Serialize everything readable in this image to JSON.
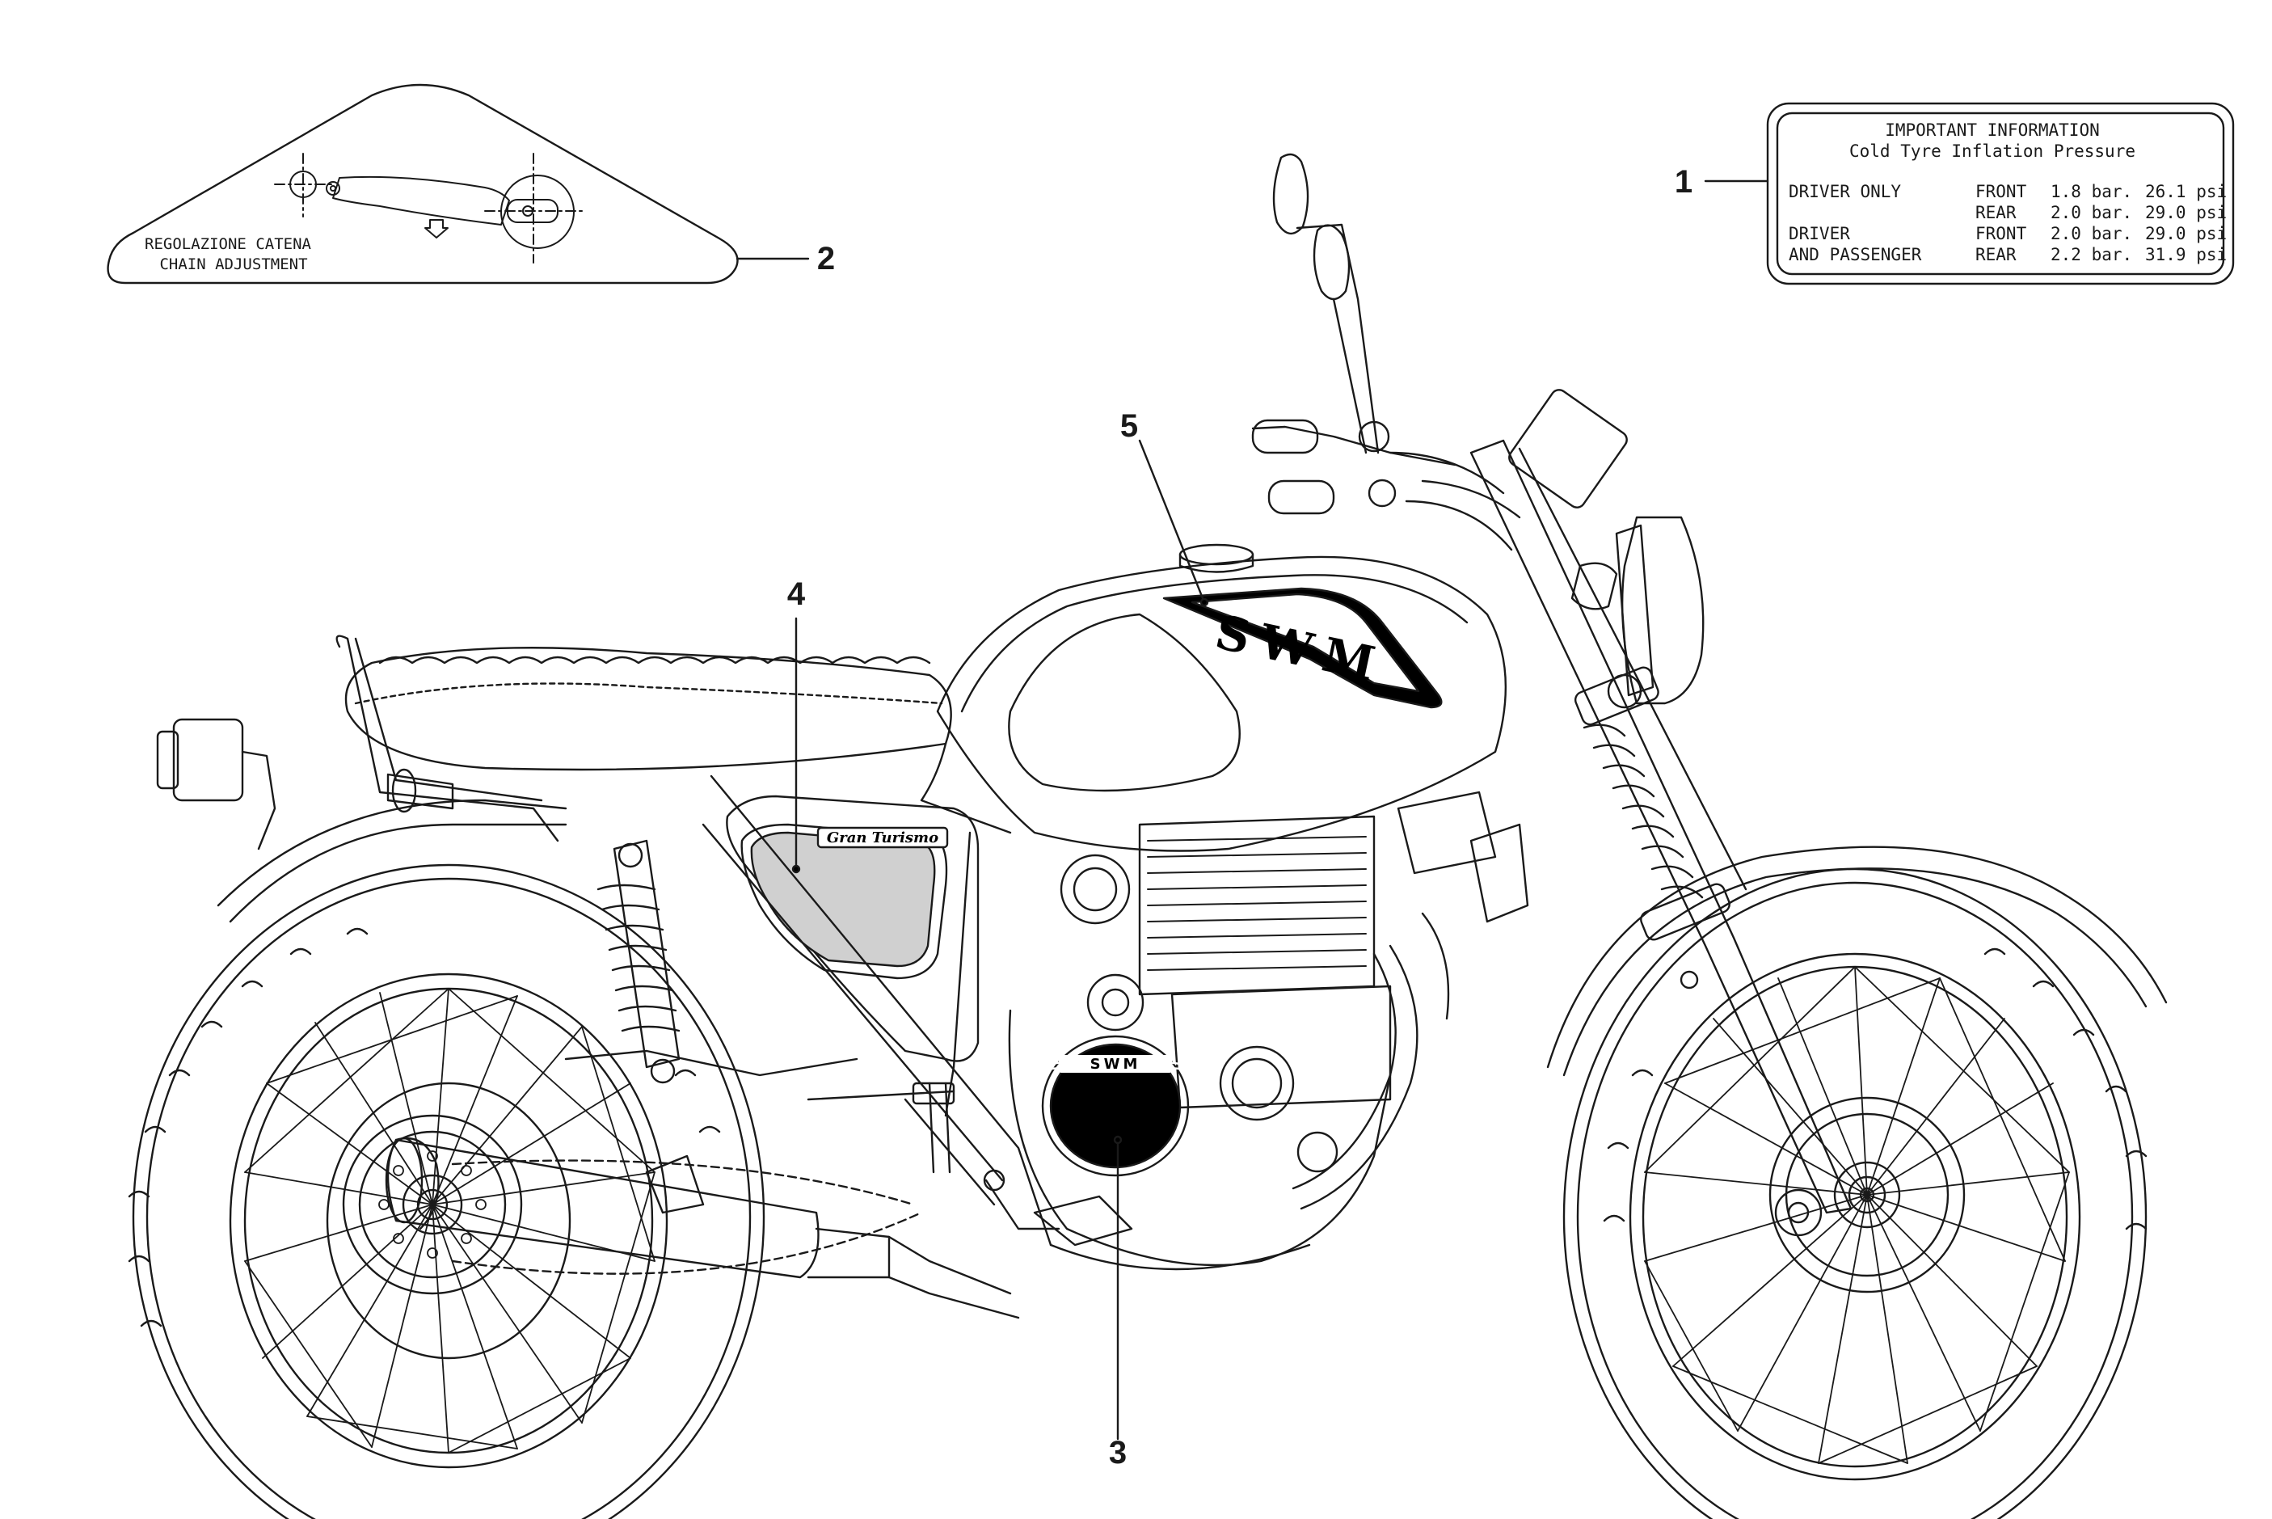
{
  "callouts": {
    "c1": "1",
    "c2": "2",
    "c3": "3",
    "c4": "4",
    "c5": "5"
  },
  "decal_tyre": {
    "title": "IMPORTANT INFORMATION",
    "subtitle": "Cold Tyre Inflation Pressure",
    "rows": [
      {
        "rider": "DRIVER ONLY",
        "position": "FRONT",
        "bar": "1.8 bar.",
        "psi": "26.1 psi"
      },
      {
        "rider": "",
        "position": "REAR",
        "bar": "2.0 bar.",
        "psi": "29.0 psi"
      },
      {
        "rider": "DRIVER",
        "position": "FRONT",
        "bar": "2.0 bar.",
        "psi": "29.0 psi"
      },
      {
        "rider": "AND PASSENGER",
        "position": "REAR",
        "bar": "2.2 bar.",
        "psi": "31.9 psi"
      }
    ]
  },
  "decal_chain": {
    "line1": "REGOLAZIONE CATENA",
    "line2": "CHAIN ADJUSTMENT"
  },
  "tank_logo": "SWM",
  "side_panel_script": "Gran Turismo",
  "engine_cover_logo": "SWM",
  "colors": {
    "line": "#1a1a1a",
    "decal_fill": "#000000",
    "panel_grey": "#d0d0d0"
  }
}
